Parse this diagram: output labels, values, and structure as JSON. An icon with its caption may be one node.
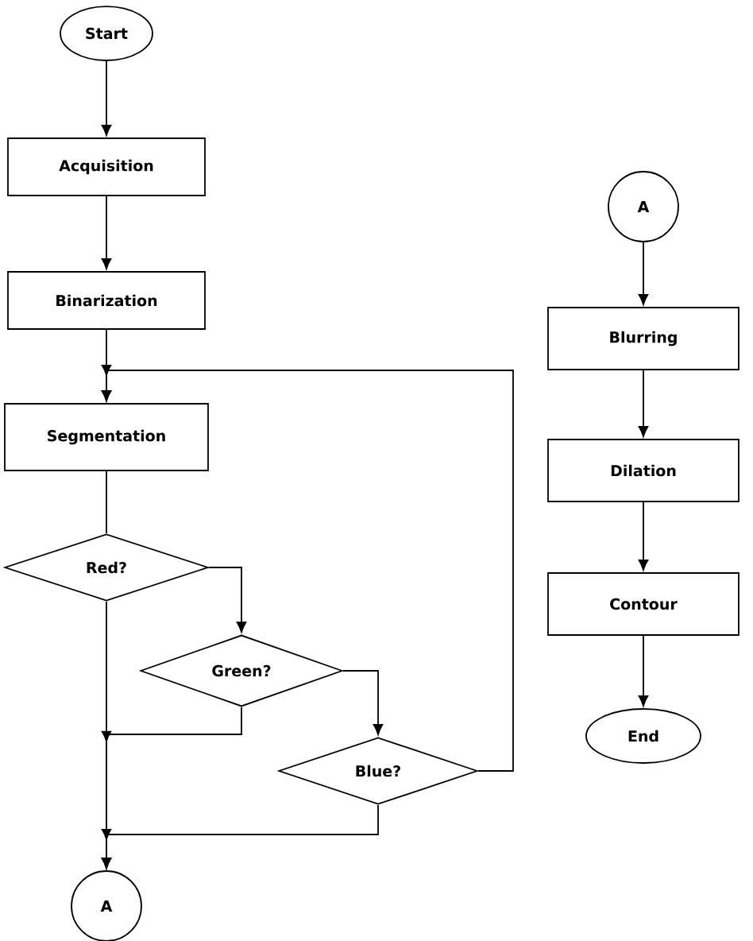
{
  "diagram": {
    "nodes": [
      {
        "text": [
          "Start"
        ]
      },
      {
        "text": [
          "Acquisition"
        ]
      },
      {
        "text": [
          "Binarization"
        ]
      },
      {
        "text": [
          "Segmentation"
        ]
      },
      {
        "text": [
          "Red?"
        ]
      },
      {
        "text": [
          "Green?"
        ]
      },
      {
        "text": [
          "Blue?"
        ]
      },
      {
        "text": [
          "A"
        ]
      },
      {
        "text": [
          "A"
        ]
      },
      {
        "text": [
          "Blurring"
        ]
      },
      {
        "text": [
          "Dilation"
        ]
      },
      {
        "text": [
          "Contour"
        ]
      },
      {
        "text": [
          "End"
        ]
      }
    ],
    "edges": [
      {
        "from": 0,
        "to": 1,
        "arrow": "to"
      },
      {
        "from": 1,
        "to": 2,
        "arrow": "to"
      },
      {
        "from": 2,
        "to": 3,
        "arrow": "to"
      },
      {
        "from": 3,
        "to": 4,
        "arrow": "none"
      },
      {
        "from": 4,
        "to": 5,
        "arrow": "to"
      },
      {
        "from": 4,
        "to": 7,
        "arrow": "to"
      },
      {
        "from": 5,
        "to": 7,
        "arrow": "to"
      },
      {
        "from": 5,
        "to": 6,
        "arrow": "to"
      },
      {
        "from": 6,
        "to": 7,
        "arrow": "to"
      },
      {
        "from": 6,
        "to": 3,
        "arrow": "to"
      },
      {
        "from": 8,
        "to": 9,
        "arrow": "to"
      },
      {
        "from": 9,
        "to": 10,
        "arrow": "to"
      },
      {
        "from": 10,
        "to": 11,
        "arrow": "to"
      },
      {
        "from": 11,
        "to": 12,
        "arrow": "to"
      }
    ]
  }
}
